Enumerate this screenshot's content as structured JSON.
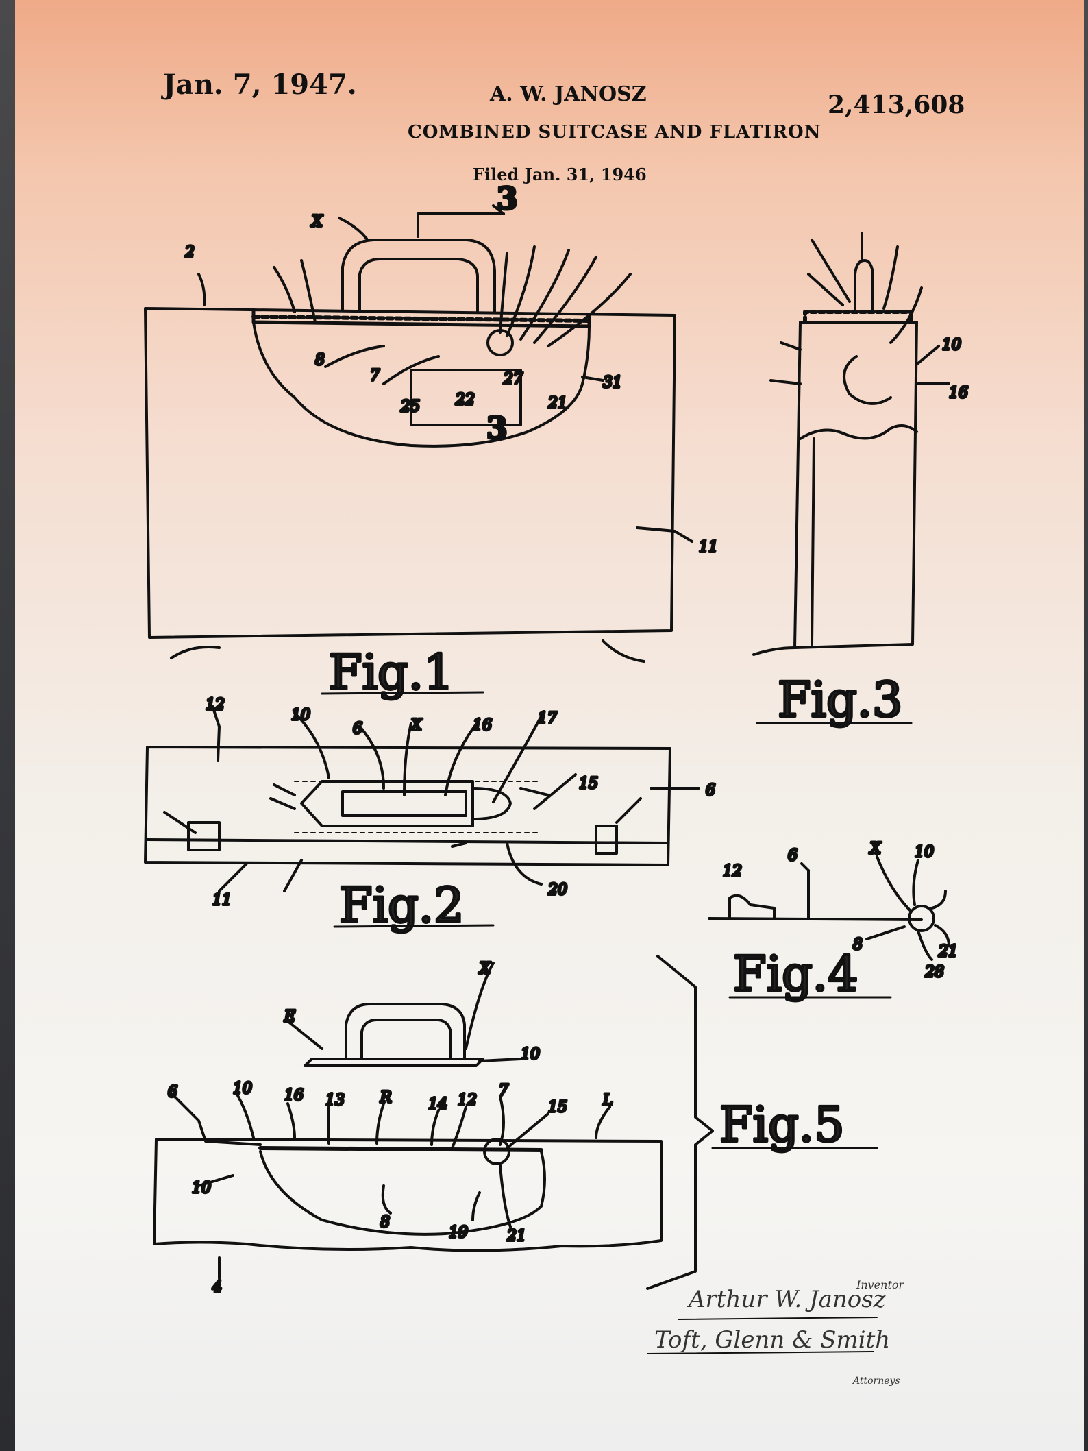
{
  "header": {
    "date": "Jan. 7, 1947.",
    "inventor": "A. W. JANOSZ",
    "patent_number": "2,413,608",
    "title": "COMBINED SUITCASE AND FLATIRON",
    "filed": "Filed Jan. 31, 1946"
  },
  "figures": {
    "fig1": "Fig.1",
    "fig2": "Fig.2",
    "fig3": "Fig.3",
    "fig4": "Fig.4",
    "fig5": "Fig.5",
    "section_mark": "3"
  },
  "signature": {
    "inventor_name": "Arthur W. Janosz",
    "inventor_label": "Inventor",
    "attorney_name": "Toft, Glenn & Smith",
    "attorney_label": "Attorneys"
  },
  "colors": {
    "ink": "#111111",
    "paper_top": "#efaa88",
    "paper_bottom": "#eeeeee"
  }
}
